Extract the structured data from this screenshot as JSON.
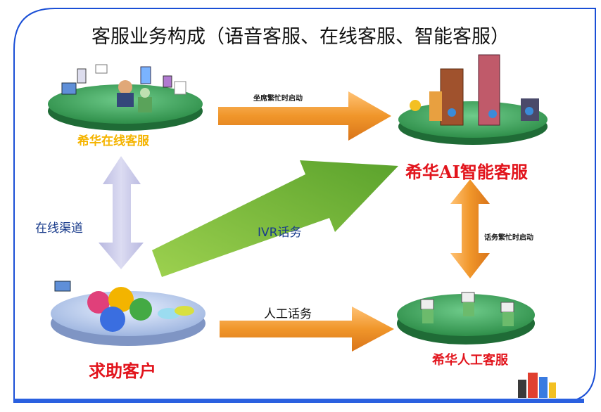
{
  "title": "客服业务构成（语音客服、在线客服、智能客服）",
  "nodes": {
    "online_service": "希华在线客服",
    "ai_service": "希华AI智能客服",
    "help_customer": "求助客户",
    "manual_service": "希华人工客服"
  },
  "edges": {
    "online_channel": "在线渠道",
    "ivr_service": "IVR话务",
    "manual_call": "人工话务",
    "agent_busy_start": "坐席繁忙时启动",
    "call_busy_start": "话务繁忙时启动"
  },
  "colors": {
    "frame_border": "#1a4fd6",
    "arrow_orange": "#f0962a",
    "arrow_green": "#7ec23a",
    "arrow_lavender": "#c9c9ea",
    "label_red": "#e2141c",
    "label_yellow": "#f5b400",
    "platform_green": "#2f8f4a"
  }
}
